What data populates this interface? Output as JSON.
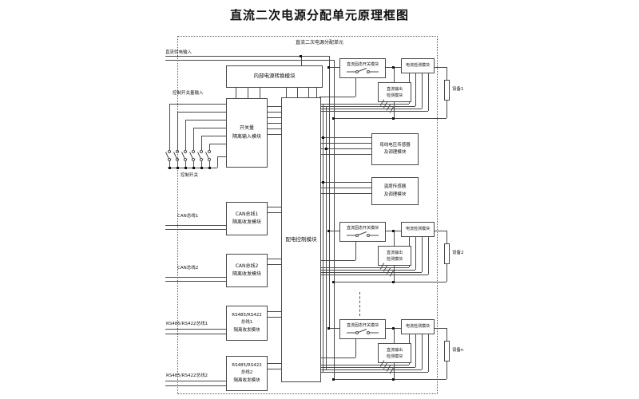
{
  "title": "直流二次电源分配单元原理框图",
  "boundary_label": "直流二次电源分配单元",
  "left_inputs": {
    "dc_input": "直流供电输入",
    "switch_signal": "控制开关量输入",
    "control_switch": "控制开关",
    "can1": "CAN总线1",
    "can2": "CAN总线2",
    "rs1": "RS485/RS422总线1",
    "rs2": "RS485/RS422总线2"
  },
  "blocks": {
    "internal_power": "内部电源转换模块",
    "control": "配电控制模块",
    "switch_input": {
      "l1": "开关量",
      "l2": "隔离输入模块"
    },
    "can1": {
      "l1": "CAN总线1",
      "l2": "隔离收发模块"
    },
    "can2": {
      "l1": "CAN总线2",
      "l2": "隔离收发模块"
    },
    "rs1": {
      "l1": "RS485/RS422",
      "l2": "总线1",
      "l3": "隔离收发模块"
    },
    "rs2": {
      "l1": "RS485/RS422",
      "l2": "总线2",
      "l3": "隔离收发模块"
    },
    "bus_voltage": {
      "l1": "母线电压传感器",
      "l2": "及调理模块"
    },
    "temperature": {
      "l1": "温度传感器",
      "l2": "及调理模块"
    }
  },
  "channels": [
    {
      "solid_state_switch": "直流固态开关模块",
      "current_detect": "电流检测模块",
      "output_detect_l1": "直流输出",
      "output_detect_l2": "检测模块",
      "device": "设备1"
    },
    {
      "solid_state_switch": "直流固态开关模块",
      "current_detect": "电流检测模块",
      "output_detect_l1": "直流输出",
      "output_detect_l2": "检测模块",
      "device": "设备2"
    },
    {
      "solid_state_switch": "直流固态开关模块",
      "current_detect": "电流检测模块",
      "output_detect_l1": "直流输出",
      "output_detect_l2": "检测模块",
      "device": "设备n"
    }
  ]
}
